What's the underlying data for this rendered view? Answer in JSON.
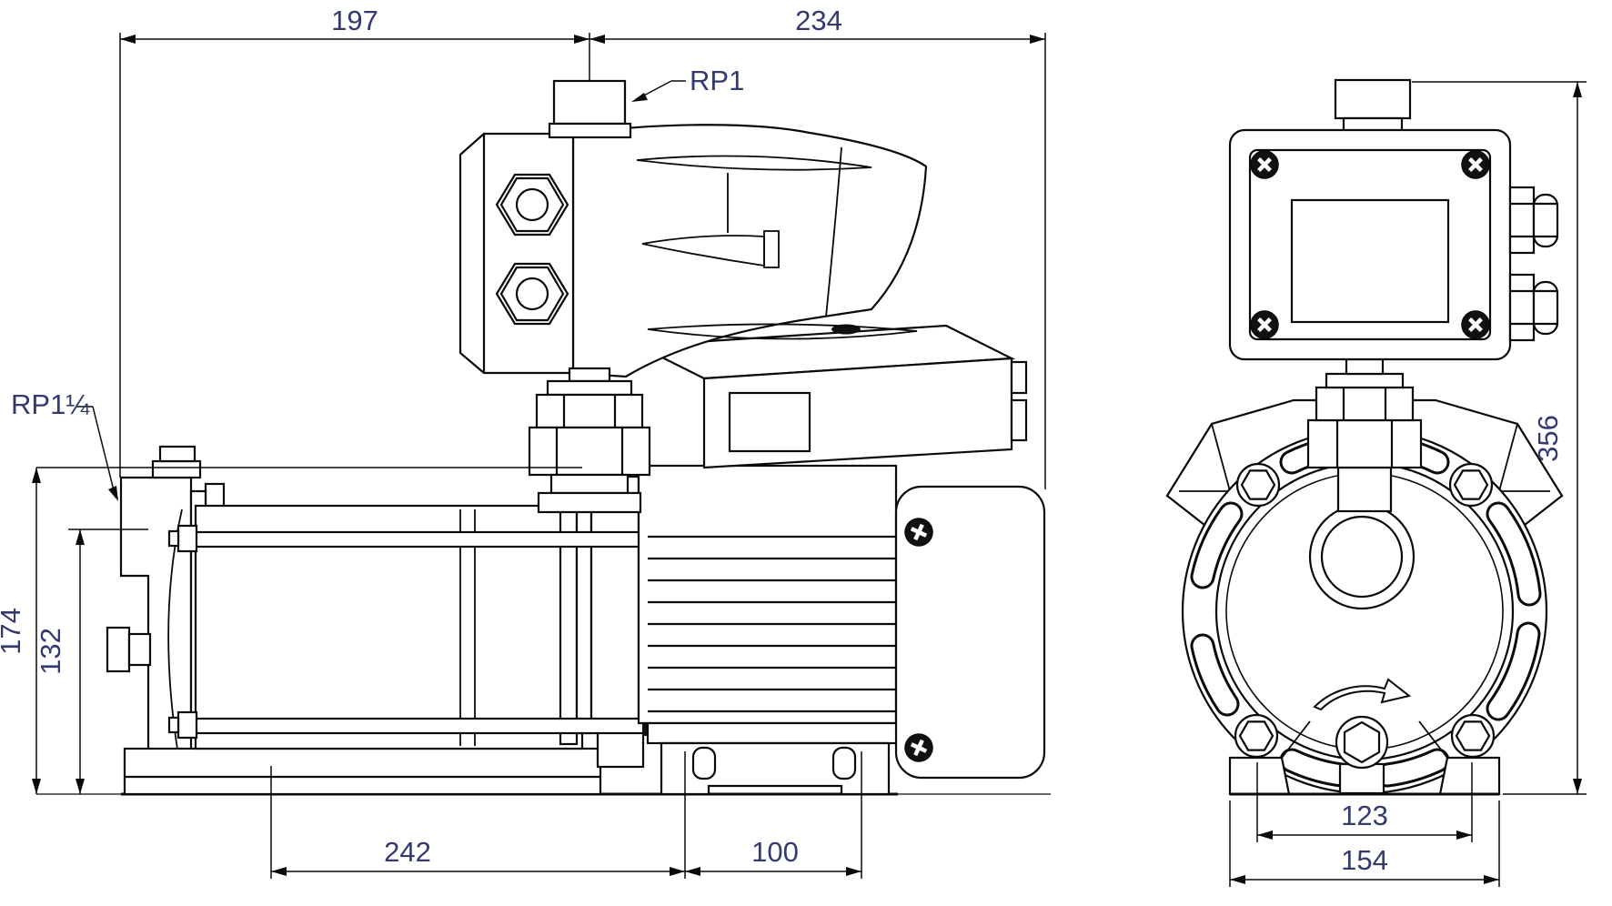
{
  "drawing": {
    "type": "technical-dimensional-drawing",
    "colors": {
      "background": "#ffffff",
      "line": "#0a0a0a",
      "dimension_text": "#333a6e"
    },
    "side_view": {
      "labels": {
        "discharge_port": "RP1",
        "suction_port": "RP1¼"
      },
      "dimensions": {
        "top_span_left": "197",
        "top_span_right": "234",
        "overall_height": "174",
        "suction_height": "132",
        "base_length": "242",
        "motor_foot_length": "100"
      }
    },
    "front_view": {
      "dimensions": {
        "overall_height": "356",
        "foot_hole_spacing": "123",
        "foot_width": "154"
      }
    }
  }
}
